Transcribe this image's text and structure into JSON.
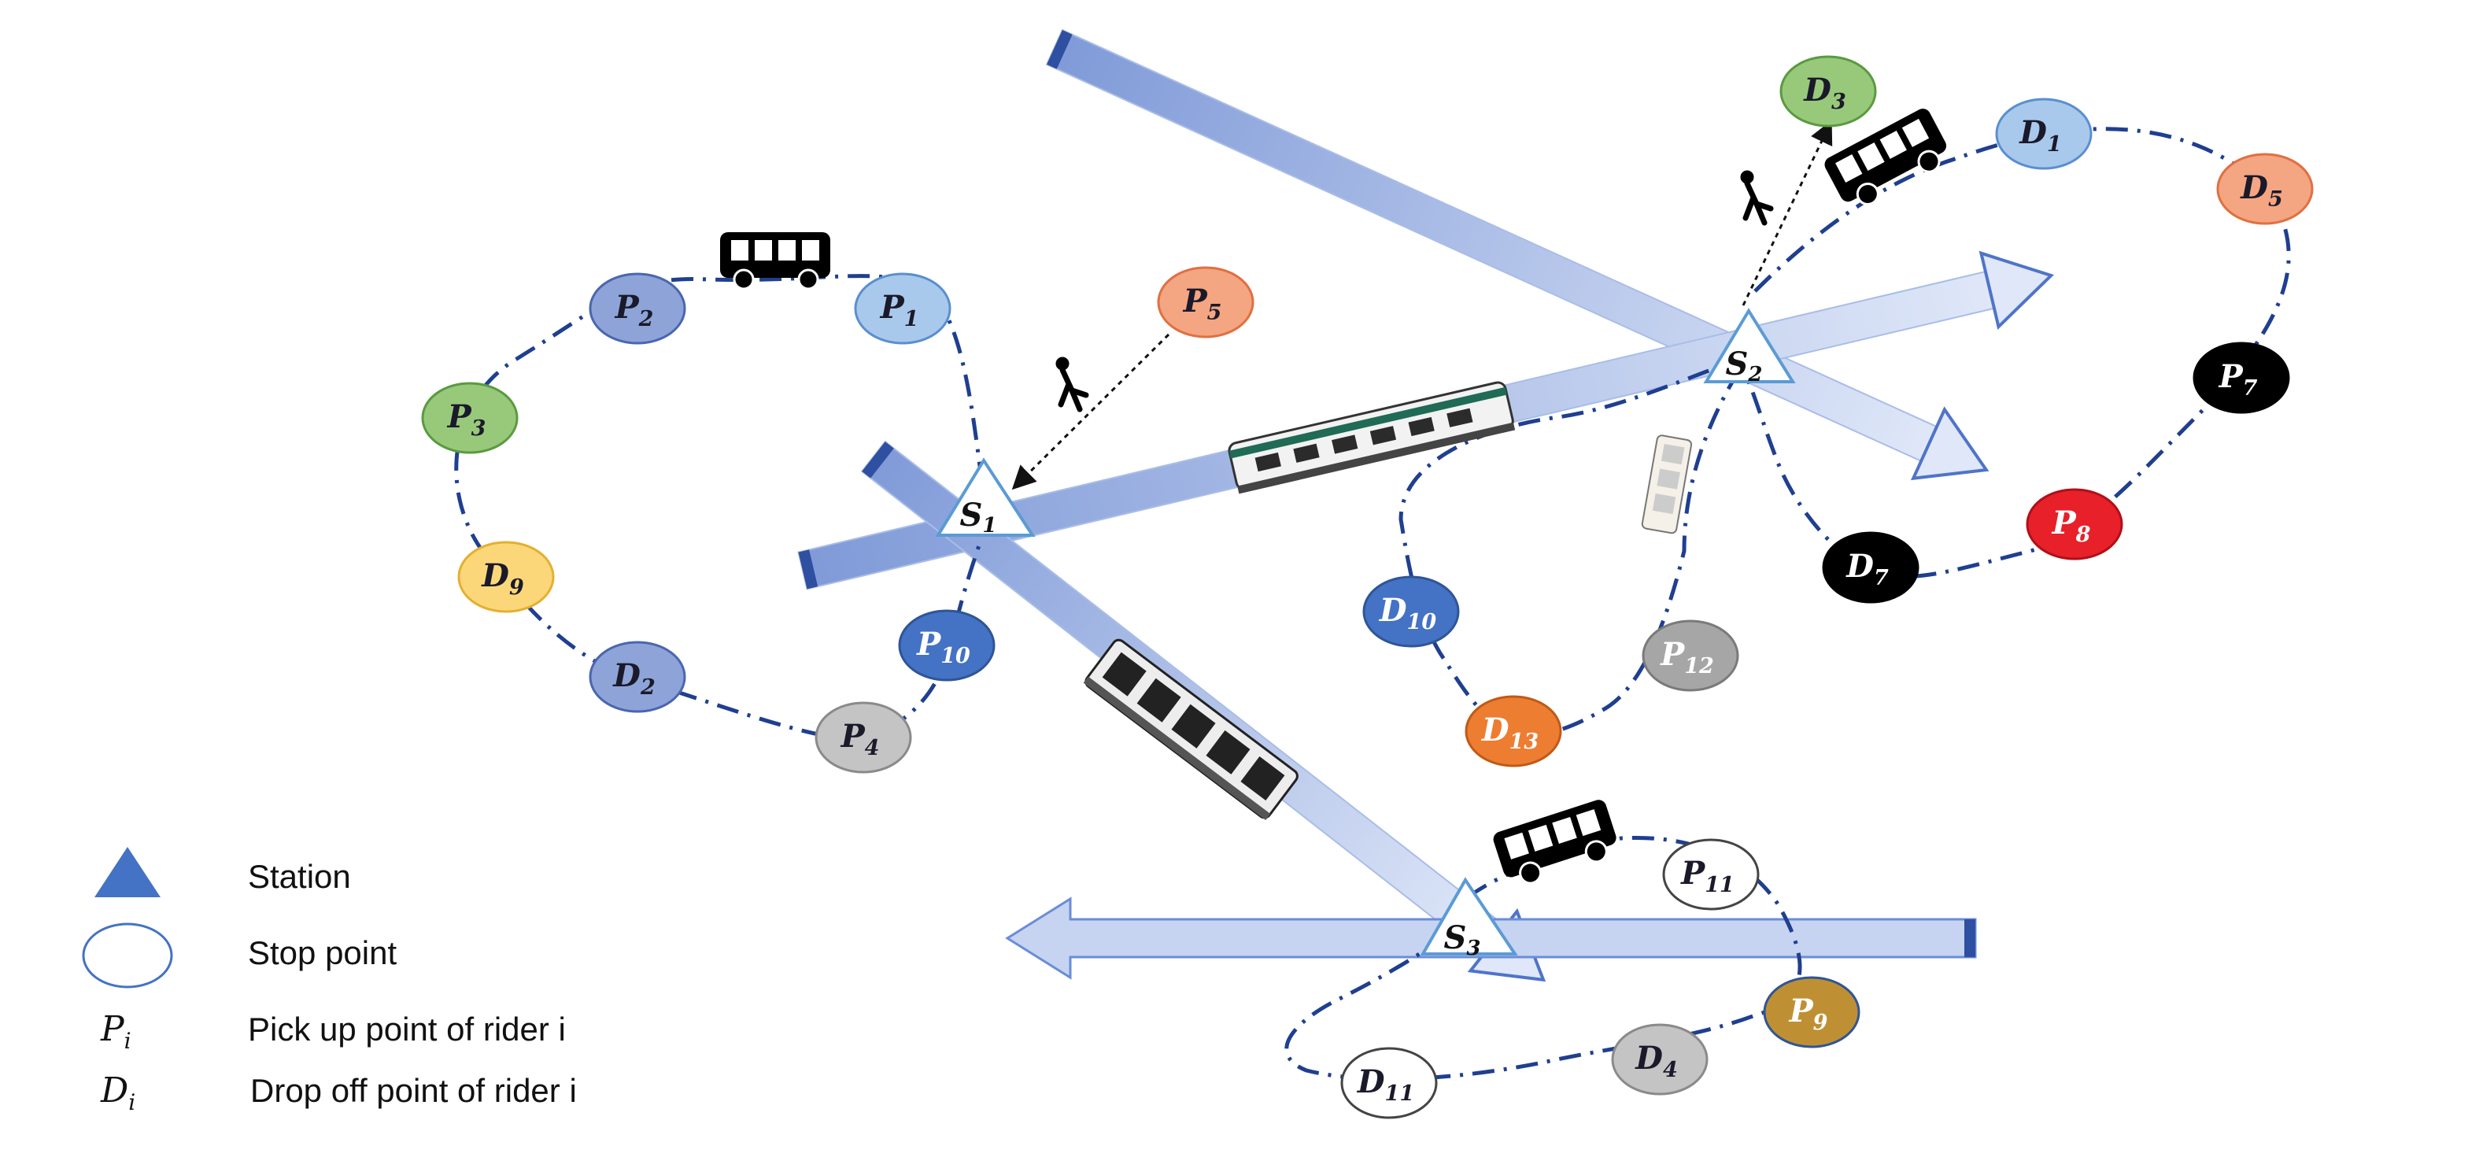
{
  "legend": {
    "station": "Station",
    "stop_point": "Stop point",
    "pickup_symbol": {
      "base": "P",
      "sub": "i"
    },
    "pickup": "Pick up  point of rider i",
    "dropoff_symbol": {
      "base": "D",
      "sub": "i"
    },
    "dropoff": "Drop off point of rider i"
  },
  "stations": [
    {
      "id": "S1",
      "base": "S",
      "sub": "1"
    },
    {
      "id": "S2",
      "base": "S",
      "sub": "2"
    },
    {
      "id": "S3",
      "base": "S",
      "sub": "3"
    }
  ],
  "stops": [
    {
      "id": "P1",
      "base": "P",
      "sub": "1",
      "fill": "#a9c9ec",
      "stroke": "#5a8fd0",
      "text": "#1a1a2a"
    },
    {
      "id": "P2",
      "base": "P",
      "sub": "2",
      "fill": "#8ea4d8",
      "stroke": "#4a66b0",
      "text": "#1a1a2a"
    },
    {
      "id": "P3",
      "base": "P",
      "sub": "3",
      "fill": "#98c97b",
      "stroke": "#5a9a40",
      "text": "#1a1a2a"
    },
    {
      "id": "D9",
      "base": "D",
      "sub": "9",
      "fill": "#fcd77a",
      "stroke": "#e3b030",
      "text": "#1a1a2a"
    },
    {
      "id": "D2",
      "base": "D",
      "sub": "2",
      "fill": "#8ea4d8",
      "stroke": "#4a66b0",
      "text": "#1a1a2a"
    },
    {
      "id": "P4",
      "base": "P",
      "sub": "4",
      "fill": "#c4c4c4",
      "stroke": "#8a8a8a",
      "text": "#1a1a2a"
    },
    {
      "id": "P10",
      "base": "P",
      "sub": "10",
      "fill": "#4472c4",
      "stroke": "#2f5597",
      "text": "#ffffff"
    },
    {
      "id": "P5",
      "base": "P",
      "sub": "5",
      "fill": "#f4a582",
      "stroke": "#e07040",
      "text": "#1a1a2a"
    },
    {
      "id": "D3",
      "base": "D",
      "sub": "3",
      "fill": "#98c97b",
      "stroke": "#5a9a40",
      "text": "#1a1a2a"
    },
    {
      "id": "D1",
      "base": "D",
      "sub": "1",
      "fill": "#a9c9ec",
      "stroke": "#5a8fd0",
      "text": "#1a1a2a"
    },
    {
      "id": "D5",
      "base": "D",
      "sub": "5",
      "fill": "#f4a582",
      "stroke": "#e07040",
      "text": "#1a1a2a"
    },
    {
      "id": "P7",
      "base": "P",
      "sub": "7",
      "fill": "#000000",
      "stroke": "#000000",
      "text": "#ffffff"
    },
    {
      "id": "P8",
      "base": "P",
      "sub": "8",
      "fill": "#e8202a",
      "stroke": "#b01018",
      "text": "#ffffff"
    },
    {
      "id": "D7",
      "base": "D",
      "sub": "7",
      "fill": "#000000",
      "stroke": "#000000",
      "text": "#ffffff"
    },
    {
      "id": "D10",
      "base": "D",
      "sub": "10",
      "fill": "#4472c4",
      "stroke": "#2f5597",
      "text": "#ffffff"
    },
    {
      "id": "P12",
      "base": "P",
      "sub": "12",
      "fill": "#a6a6a6",
      "stroke": "#7a7a7a",
      "text": "#ffffff"
    },
    {
      "id": "D13",
      "base": "D",
      "sub": "13",
      "fill": "#ed7d31",
      "stroke": "#c05a18",
      "text": "#ffffff"
    },
    {
      "id": "P11",
      "base": "P",
      "sub": "11",
      "fill": "#ffffff",
      "stroke": "#444444",
      "text": "#1a1a2a"
    },
    {
      "id": "P9",
      "base": "P",
      "sub": "9",
      "fill": "#bf9033",
      "stroke": "#2f5597",
      "text": "#ffffff"
    },
    {
      "id": "D4",
      "base": "D",
      "sub": "4",
      "fill": "#c4c4c4",
      "stroke": "#8a8a8a",
      "text": "#1a1a2a"
    },
    {
      "id": "D11",
      "base": "D",
      "sub": "11",
      "fill": "#ffffff",
      "stroke": "#444444",
      "text": "#1a1a2a"
    }
  ],
  "colors": {
    "rail_light": "#d5e0f5",
    "rail_dark": "#8aa3dc",
    "route_line": "#1f3f8f",
    "station_fill": "#ffffff",
    "station_stroke": "#5b9bd5",
    "legend_station": "#4472c4",
    "legend_stop_stroke": "#4472c4"
  },
  "icons": [
    "bus-icon",
    "pedestrian-icon",
    "train-icon"
  ]
}
